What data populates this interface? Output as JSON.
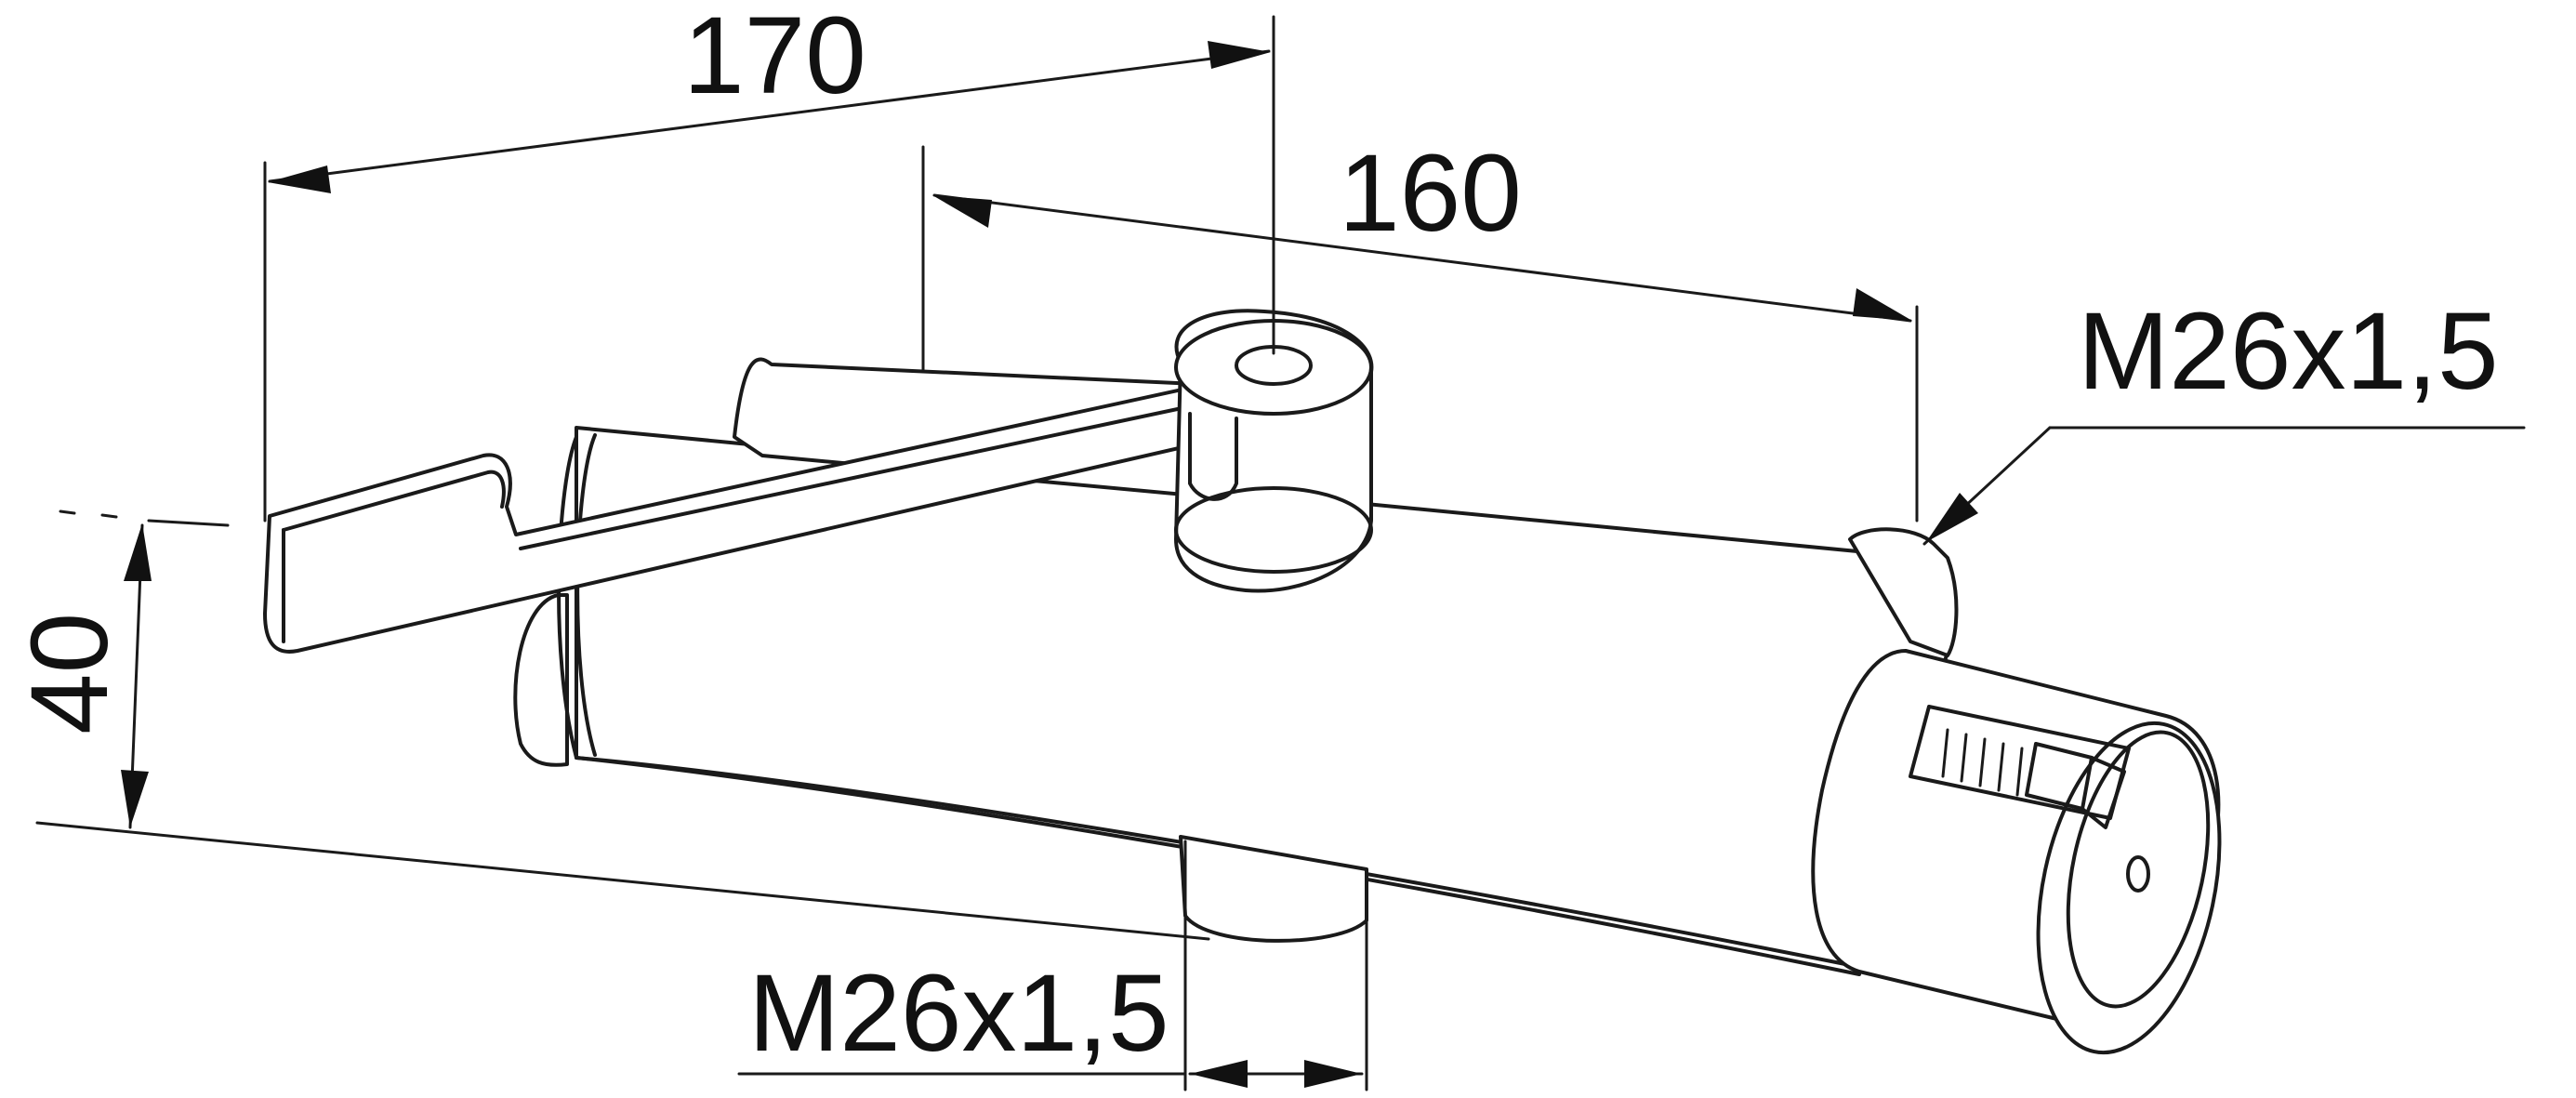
{
  "dimensions": {
    "arm_length": "170",
    "arm_pivot_offset": "160",
    "height": "40",
    "thread_top": "M26x1,5",
    "thread_bottom": "M26x1,5"
  },
  "colors": {
    "line": "#1a1a1a",
    "background": "#ffffff"
  }
}
